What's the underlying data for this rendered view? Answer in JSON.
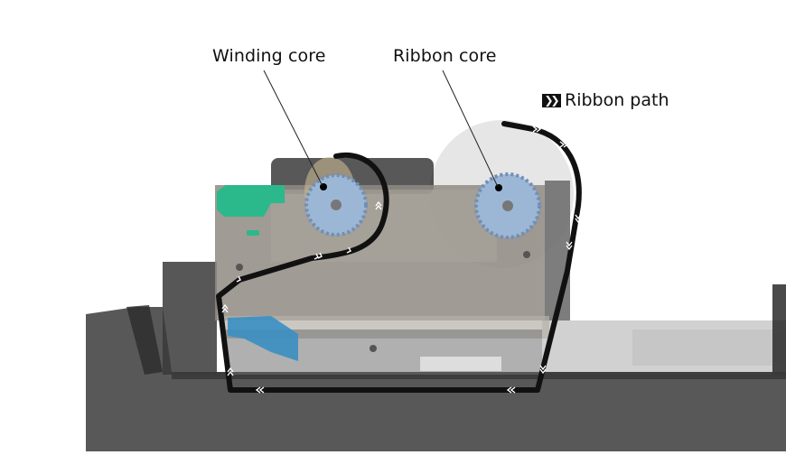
{
  "labels": {
    "winding_core": "Winding core",
    "ribbon_core": "Ribbon core"
  },
  "legend": {
    "icon": "double-chevron-right-icon",
    "text": "Ribbon path"
  },
  "colors": {
    "ribbon_path": "#111111",
    "core_blue": "#9cb7d6",
    "printer_body": "#5a5a5a",
    "mechanism": "#8f8f8f",
    "latch_green": "#2bb88a",
    "handle_blue": "#3a8fc3"
  }
}
